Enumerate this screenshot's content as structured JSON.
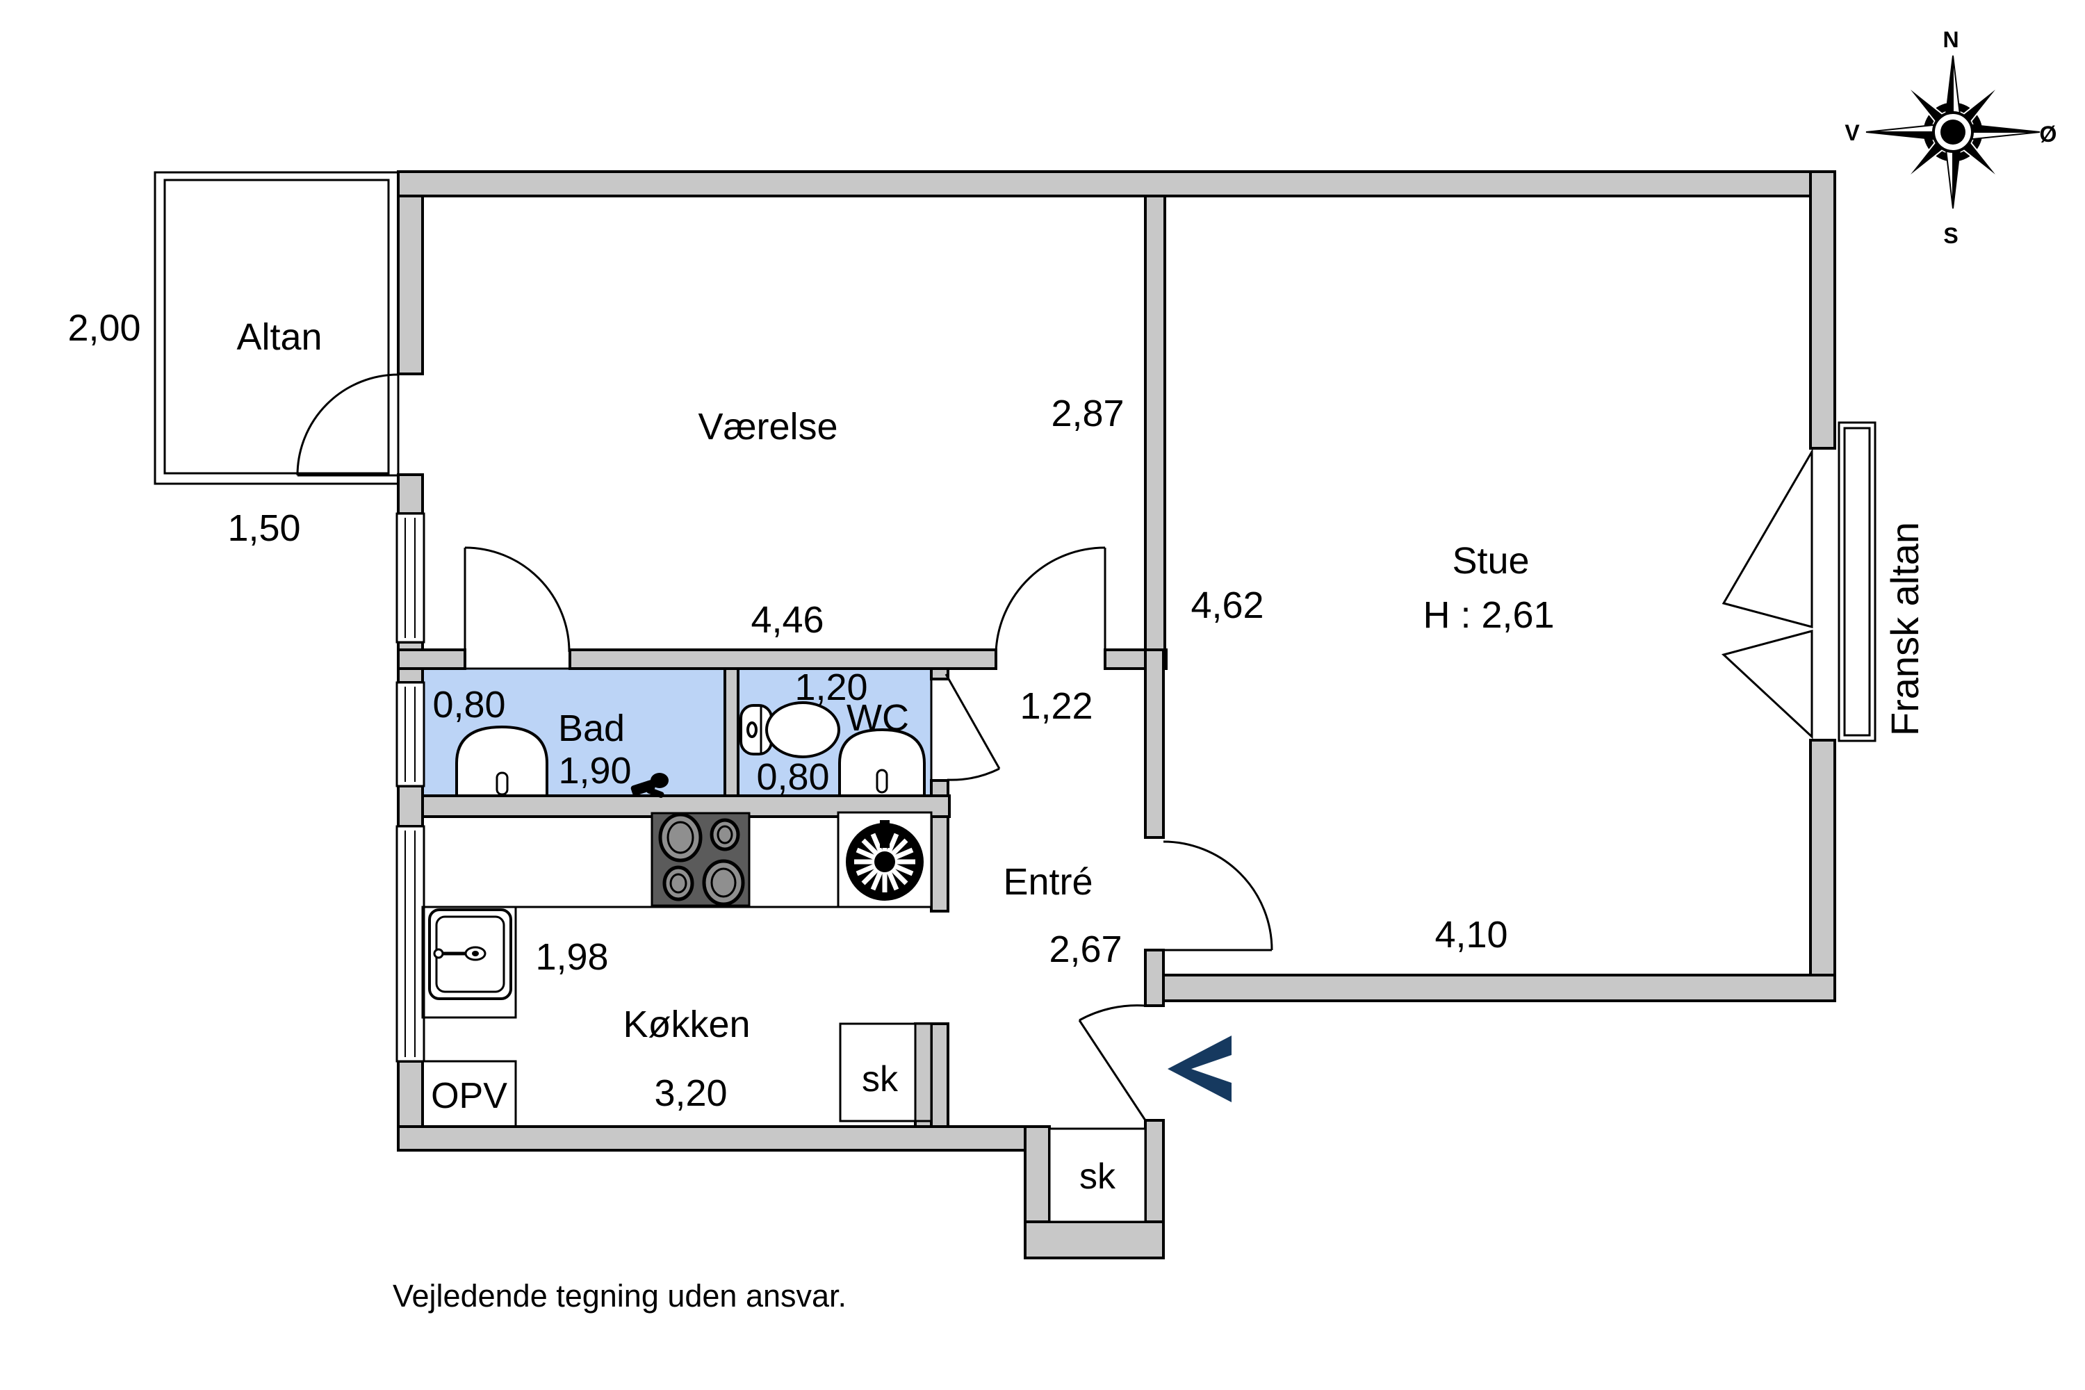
{
  "plan": {
    "disclaimer": "Vejledende tegning uden ansvar.",
    "colors": {
      "wall_fill": "#C8C8C8",
      "wet_room_fill": "#BCD4F6",
      "entrance_arrow": "#16395F",
      "line": "#000000",
      "stove_fill": "#5B5B5B"
    },
    "compass": {
      "north": "N",
      "south": "S",
      "east": "Ø",
      "west": "V"
    },
    "rooms": {
      "altan": {
        "name": "Altan",
        "dim_vertical": "2,00",
        "dim_horizontal": "1,50"
      },
      "vaerelse": {
        "name": "Værelse",
        "dim_horizontal": "4,46",
        "dim_vertical": "2,87"
      },
      "stue": {
        "name": "Stue",
        "ceiling_height": "H : 2,61",
        "dim_vertical": "4,62",
        "dim_horizontal": "4,10"
      },
      "bad": {
        "name": "Bad",
        "dim_vertical": "0,80",
        "dim_horizontal": "1,90"
      },
      "wc": {
        "name": "WC",
        "dim_horizontal": "1,20",
        "dim_vertical": "0,80"
      },
      "entre": {
        "name": "Entré",
        "dim_horizontal": "1,22",
        "dim_vertical": "2,67"
      },
      "koekken": {
        "name": "Køkken",
        "dim_counter": "1,98",
        "dim_horizontal": "3,20"
      },
      "fransk_altan": {
        "name": "Fransk altan"
      }
    },
    "fixtures": {
      "dishwasher_label": "OPV",
      "closet_kitchen_label": "sk",
      "closet_entre_label": "sk"
    }
  }
}
